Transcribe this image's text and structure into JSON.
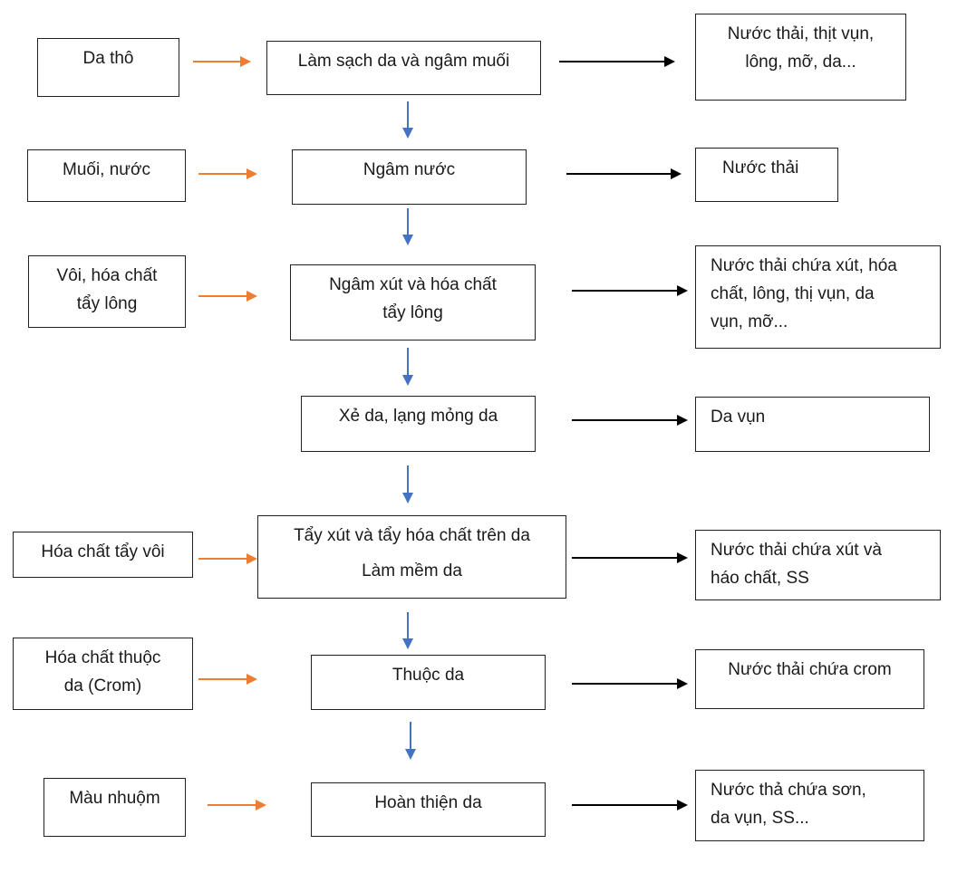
{
  "colors": {
    "input_arrow": "#ED7D31",
    "flow_arrow": "#4472C4",
    "output_arrow": "#000000"
  },
  "rows": [
    {
      "input": [
        "Da thô"
      ],
      "process": [
        "Làm sạch da và ngâm muối"
      ],
      "output": [
        "Nước thải, thịt vụn,",
        "lông, mỡ, da..."
      ]
    },
    {
      "input": [
        "Muối, nước"
      ],
      "process": [
        "Ngâm nước"
      ],
      "output": [
        "Nước thải"
      ]
    },
    {
      "input": [
        "Vôi, hóa chất",
        "tẩy lông"
      ],
      "process": [
        "Ngâm xút và hóa chất",
        "tẩy lông"
      ],
      "output": [
        "Nước thải chứa xút, hóa",
        "chất, lông, thị vụn, da",
        "vụn, mỡ..."
      ]
    },
    {
      "input": [],
      "process": [
        "Xẻ da, lạng mỏng da"
      ],
      "output": [
        "Da vụn"
      ]
    },
    {
      "input": [
        "Hóa chất tẩy vôi"
      ],
      "process": [
        "Tẩy xút và tẩy hóa chất trên da",
        "Làm mềm da"
      ],
      "output": [
        "Nước thải chứa xút và",
        "háo chất, SS"
      ]
    },
    {
      "input": [
        "Hóa chất thuộc",
        "da (Crom)"
      ],
      "process": [
        "Thuộc da"
      ],
      "output": [
        "Nước thải chứa crom"
      ]
    },
    {
      "input": [
        "Màu nhuộm"
      ],
      "process": [
        "Hoàn thiện da"
      ],
      "output": [
        "Nước thả chứa sơn,",
        "da vụn, SS..."
      ]
    }
  ]
}
